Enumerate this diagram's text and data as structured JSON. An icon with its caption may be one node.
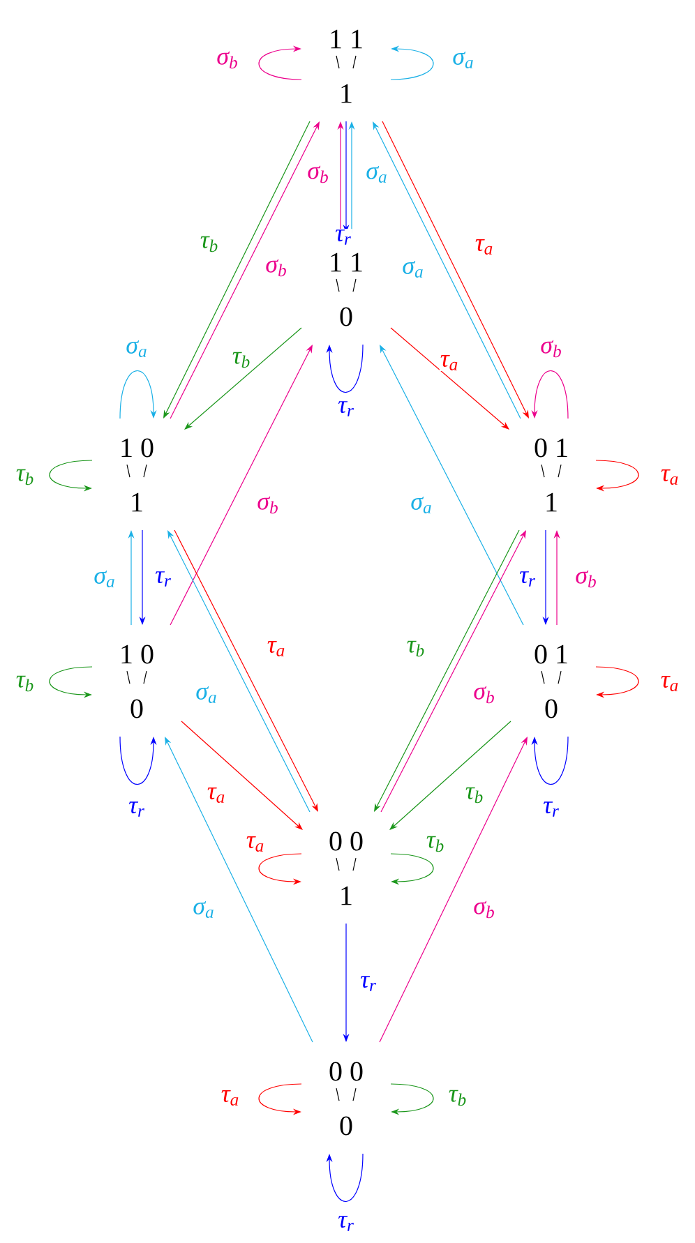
{
  "diagram": {
    "nodes": [
      {
        "text": [
          "1 1",
          "1"
        ]
      },
      {
        "text": [
          "1 1",
          "0"
        ]
      },
      {
        "text": [
          "1 0",
          "1"
        ]
      },
      {
        "text": [
          "0 1",
          "1"
        ]
      },
      {
        "text": [
          "1 0",
          "0"
        ]
      },
      {
        "text": [
          "0 1",
          "0"
        ]
      },
      {
        "text": [
          "0 0",
          "1"
        ]
      },
      {
        "text": [
          "0 0",
          "0"
        ]
      }
    ],
    "edges": [
      {
        "from": 0,
        "to": 0,
        "arrow": "to",
        "label": "σ$_{b}$",
        "color": "#ec008c"
      },
      {
        "from": 0,
        "to": 0,
        "arrow": "to",
        "label": "σ$_{a}$",
        "color": "#1ab0e6"
      },
      {
        "from": 1,
        "to": 0,
        "arrow": "to",
        "label": "σ$_{b}$",
        "color": "#ec008c"
      },
      {
        "from": 1,
        "to": 0,
        "arrow": "to",
        "label": "σ$_{a}$",
        "color": "#1ab0e6"
      },
      {
        "from": 0,
        "to": 1,
        "arrow": "to",
        "label": "τ$_{r}$",
        "color": "#0000ff"
      },
      {
        "from": 0,
        "to": 2,
        "arrow": "to",
        "label": "τ$_{b}$",
        "color": "#1a961a"
      },
      {
        "from": 2,
        "to": 0,
        "arrow": "to",
        "label": "σ$_{b}$",
        "color": "#ec008c"
      },
      {
        "from": 0,
        "to": 3,
        "arrow": "to",
        "label": "τ$_{a}$",
        "color": "#ff0000"
      },
      {
        "from": 3,
        "to": 0,
        "arrow": "to",
        "label": "σ$_{a}$",
        "color": "#1ab0e6"
      },
      {
        "from": 1,
        "to": 1,
        "arrow": "to",
        "label": "τ$_{r}$",
        "color": "#0000ff"
      },
      {
        "from": 1,
        "to": 2,
        "arrow": "to",
        "label": "τ$_{b}$",
        "color": "#1a961a"
      },
      {
        "from": 1,
        "to": 3,
        "arrow": "to",
        "label": "τ$_{a}$",
        "color": "#ff0000"
      },
      {
        "from": 2,
        "to": 2,
        "arrow": "to",
        "label": "σ$_{a}$",
        "color": "#1ab0e6"
      },
      {
        "from": 3,
        "to": 3,
        "arrow": "to",
        "label": "σ$_{b}$",
        "color": "#ec008c"
      },
      {
        "from": 2,
        "to": 2,
        "arrow": "to",
        "label": "τ$_{b}$",
        "color": "#1a961a"
      },
      {
        "from": 3,
        "to": 3,
        "arrow": "to",
        "label": "τ$_{a}$",
        "color": "#ff0000"
      },
      {
        "from": 4,
        "to": 1,
        "arrow": "to",
        "label": "σ$_{b}$",
        "color": "#ec008c"
      },
      {
        "from": 5,
        "to": 1,
        "arrow": "to",
        "label": "σ$_{a}$",
        "color": "#1ab0e6"
      },
      {
        "from": 2,
        "to": 4,
        "arrow": "to",
        "label": "τ$_{r}$",
        "color": "#0000ff"
      },
      {
        "from": 4,
        "to": 2,
        "arrow": "to",
        "label": "σ$_{a}$",
        "color": "#1ab0e6"
      },
      {
        "from": 3,
        "to": 5,
        "arrow": "to",
        "label": "τ$_{r}$",
        "color": "#0000ff"
      },
      {
        "from": 5,
        "to": 3,
        "arrow": "to",
        "label": "σ$_{b}$",
        "color": "#ec008c"
      },
      {
        "from": 2,
        "to": 6,
        "arrow": "to",
        "label": "τ$_{a}$",
        "color": "#ff0000"
      },
      {
        "from": 6,
        "to": 2,
        "arrow": "to",
        "label": "σ$_{a}$",
        "color": "#1ab0e6"
      },
      {
        "from": 3,
        "to": 6,
        "arrow": "to",
        "label": "τ$_{b}$",
        "color": "#1a961a"
      },
      {
        "from": 6,
        "to": 3,
        "arrow": "to",
        "label": "σ$_{b}$",
        "color": "#ec008c"
      },
      {
        "from": 4,
        "to": 4,
        "arrow": "to",
        "label": "τ$_{b}$",
        "color": "#1a961a"
      },
      {
        "from": 5,
        "to": 5,
        "arrow": "to",
        "label": "τ$_{a}$",
        "color": "#ff0000"
      },
      {
        "from": 4,
        "to": 4,
        "arrow": "to",
        "label": "τ$_{r}$",
        "color": "#0000ff"
      },
      {
        "from": 5,
        "to": 5,
        "arrow": "to",
        "label": "τ$_{r}$",
        "color": "#0000ff"
      },
      {
        "from": 4,
        "to": 6,
        "arrow": "to",
        "label": "τ$_{a}$",
        "color": "#ff0000"
      },
      {
        "from": 5,
        "to": 6,
        "arrow": "to",
        "label": "τ$_{b}$",
        "color": "#1a961a"
      },
      {
        "from": 6,
        "to": 6,
        "arrow": "to",
        "label": "τ$_{a}$",
        "color": "#ff0000"
      },
      {
        "from": 6,
        "to": 6,
        "arrow": "to",
        "label": "τ$_{b}$",
        "color": "#1a961a"
      },
      {
        "from": 6,
        "to": 7,
        "arrow": "to",
        "label": "τ$_{r}$",
        "color": "#0000ff"
      },
      {
        "from": 7,
        "to": 4,
        "arrow": "to",
        "label": "σ$_{a}$",
        "color": "#1ab0e6"
      },
      {
        "from": 7,
        "to": 5,
        "arrow": "to",
        "label": "σ$_{b}$",
        "color": "#ec008c"
      },
      {
        "from": 7,
        "to": 7,
        "arrow": "to",
        "label": "τ$_{a}$",
        "color": "#ff0000"
      },
      {
        "from": 7,
        "to": 7,
        "arrow": "to",
        "label": "τ$_{b}$",
        "color": "#1a961a"
      },
      {
        "from": 7,
        "to": 7,
        "arrow": "to",
        "label": "τ$_{r}$",
        "color": "#0000ff"
      }
    ]
  }
}
